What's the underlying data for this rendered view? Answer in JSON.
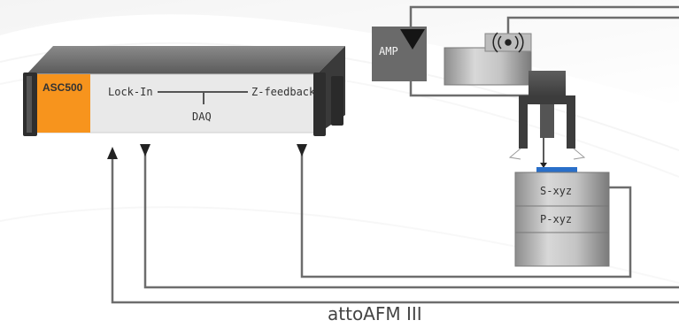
{
  "figure": {
    "title": "attoAFM III"
  },
  "controller": {
    "brand": "ASC500",
    "lockin_label": "Lock-In",
    "zfeedback_label": "Z-feedback",
    "daq_label": "DAQ",
    "accent_color": "#f7941d"
  },
  "microscope": {
    "amp_label": "AMP",
    "scanner_label": "S-xyz",
    "positioner_label": "P-xyz",
    "sample_color": "#2a6fc9",
    "sensor_icon": "radio-signal-icon"
  },
  "colors": {
    "line": "#6d6d6d",
    "panel": "#e9e9e9",
    "dark": "#3c3c3c",
    "amp_box": "#6a6a6a"
  }
}
